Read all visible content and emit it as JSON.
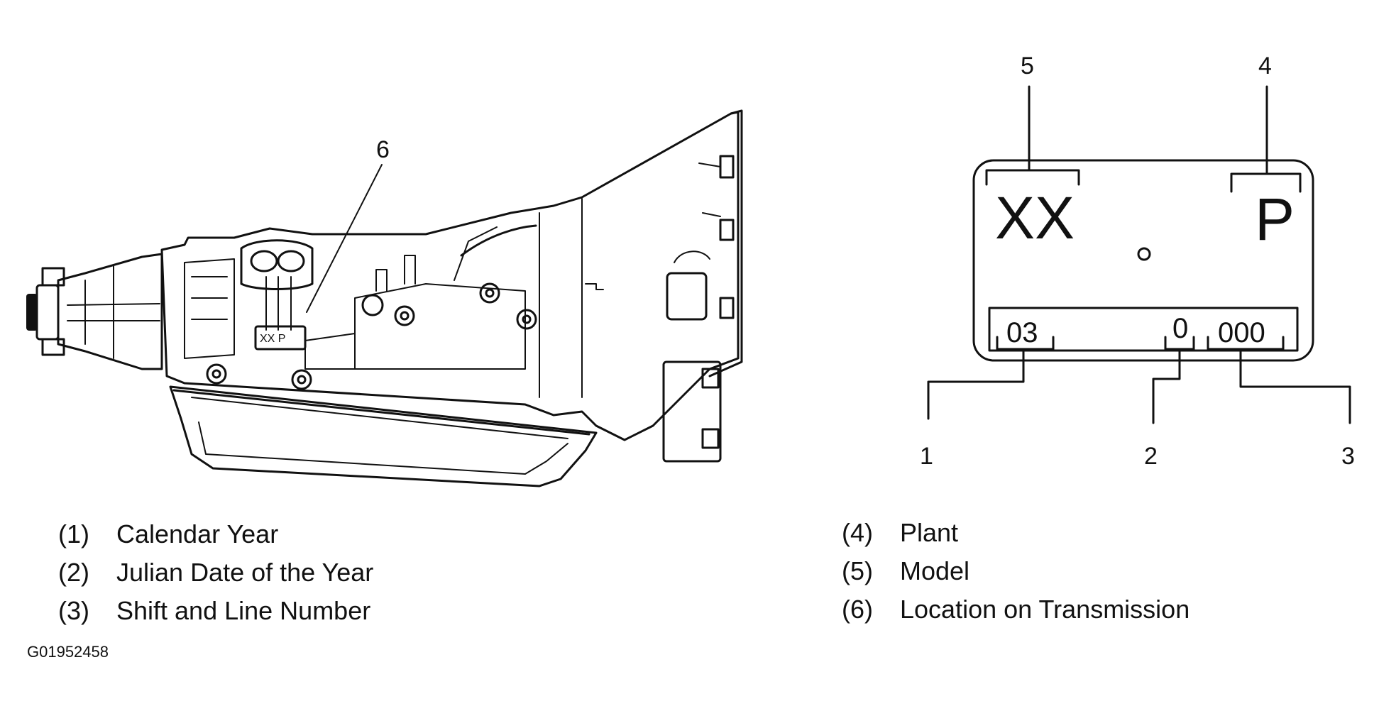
{
  "diagram": {
    "callouts": {
      "c1": "1",
      "c2": "2",
      "c3": "3",
      "c4": "4",
      "c5": "5",
      "c6": "6"
    },
    "tag": {
      "model": "XX",
      "plant": "P",
      "year": "03",
      "julian_date": "0",
      "shift_line": "000",
      "mini_label": "XX P"
    }
  },
  "legend": {
    "left": [
      {
        "num": "(1)",
        "text": "Calendar Year"
      },
      {
        "num": "(2)",
        "text": "Julian Date of the Year"
      },
      {
        "num": "(3)",
        "text": "Shift and Line Number"
      }
    ],
    "right": [
      {
        "num": "(4)",
        "text": "Plant"
      },
      {
        "num": "(5)",
        "text": "Model"
      },
      {
        "num": "(6)",
        "text": "Location on Transmission"
      }
    ]
  },
  "figure_code": "G01952458"
}
